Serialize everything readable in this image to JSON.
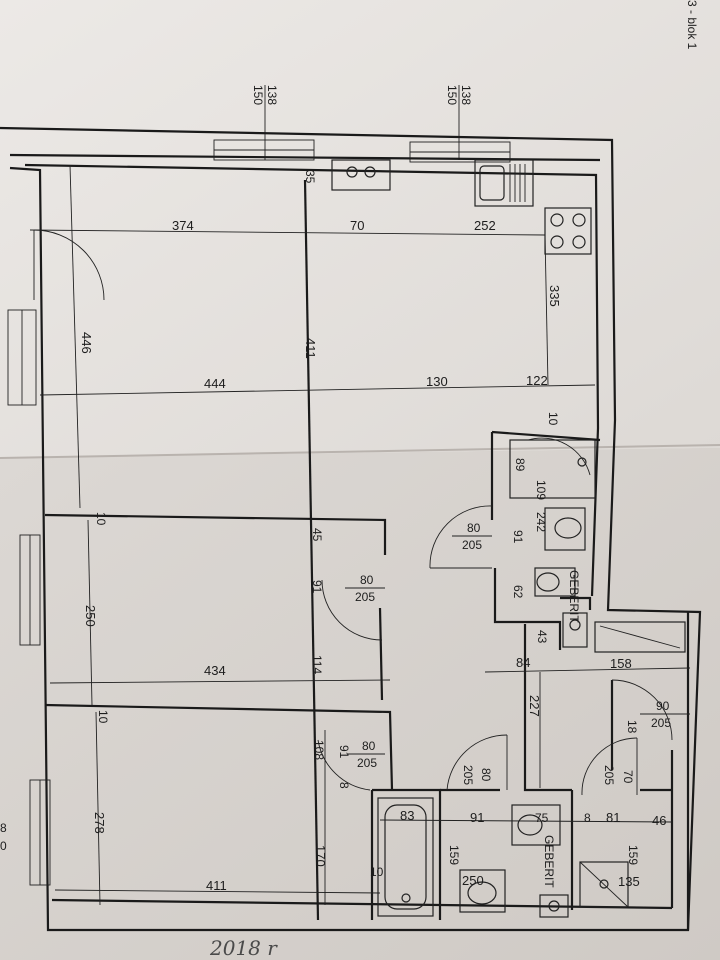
{
  "sheet": {
    "header": "3 - blok 1",
    "handwritten_note": "2018 r"
  },
  "top_markers": [
    {
      "top": "138",
      "bottom": "150"
    },
    {
      "top": "138",
      "bottom": "150"
    }
  ],
  "left_edge": {
    "a": "8",
    "b": "0"
  },
  "dimensions": {
    "d374": "374",
    "d70": "70",
    "d252": "252",
    "d35": "35",
    "d446": "446",
    "d411v": "411",
    "d335": "335",
    "d444": "444",
    "d130": "130",
    "d122": "122",
    "d10a": "10",
    "d89": "89",
    "d109": "109",
    "d242": "242",
    "d91a": "91",
    "d10b": "10",
    "d45": "45",
    "d250a": "250",
    "d91b": "91",
    "d62": "62",
    "d43": "43",
    "d434": "434",
    "d114": "114",
    "d84": "84",
    "d158": "158",
    "d227": "227",
    "d10c": "10",
    "d108": "108",
    "d91c": "91",
    "d8a": "8",
    "d18": "18",
    "d70b": "70",
    "d278": "278",
    "d83": "83",
    "d91d": "91",
    "d75": "75",
    "d8b": "8",
    "d81": "81",
    "d46": "46",
    "d170": "170",
    "d159a": "159",
    "d159b": "159",
    "d10d": "10",
    "d250b": "250",
    "d135": "135",
    "d411h": "411"
  },
  "doors": [
    {
      "w": "80",
      "h": "205"
    },
    {
      "w": "80",
      "h": "205"
    },
    {
      "w": "80",
      "h": "205"
    },
    {
      "w": "80",
      "h": "205"
    },
    {
      "w": "80",
      "h": "205"
    },
    {
      "w": "90",
      "h": "205"
    }
  ],
  "fixture_labels": {
    "geberit1": "GEBERIT",
    "geberit2": "GEBERIT"
  }
}
